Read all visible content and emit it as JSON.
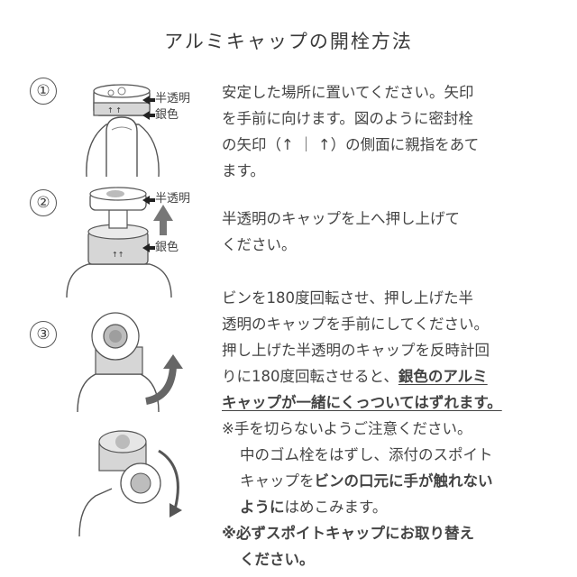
{
  "title": "アルミキャップの開栓方法",
  "steps": [
    {
      "number": "①",
      "lines": [
        "安定した場所に置いてください。矢印",
        "を手前に向けます。図のように密封栓",
        "の矢印（↑ ｜ ↑）の側面に親指をあて",
        "ます。"
      ],
      "labels": {
        "translucent": "半透明",
        "silver": "銀色"
      }
    },
    {
      "number": "②",
      "lines": [
        "半透明のキャップを上へ押し上げて",
        "ください。"
      ],
      "labels": {
        "translucent": "半透明",
        "silver": "銀色"
      }
    },
    {
      "number": "③",
      "line1": "ビンを180度回転させ、押し上げた半",
      "line2": "透明のキャップを手前にしてください。",
      "line3": "押し上げた半透明のキャップを反時計回",
      "line4_plain": "りに180度回転させると、",
      "line4_bold": "銀色のアルミ",
      "line5_bold": "キャップが一緒にくっついてはずれます。",
      "note1": "※手を切らないようご注意ください。",
      "note2": "中のゴム栓をはずし、添付のスポイト",
      "note3_plain": "キャップを",
      "note3_bold": "ビンの口元に手が触れない",
      "note4_bold": "ように",
      "note4_plain": "はめこみます。",
      "note5": "※必ずスポイトキャップにお取り替え",
      "note6": "ください。"
    }
  ]
}
